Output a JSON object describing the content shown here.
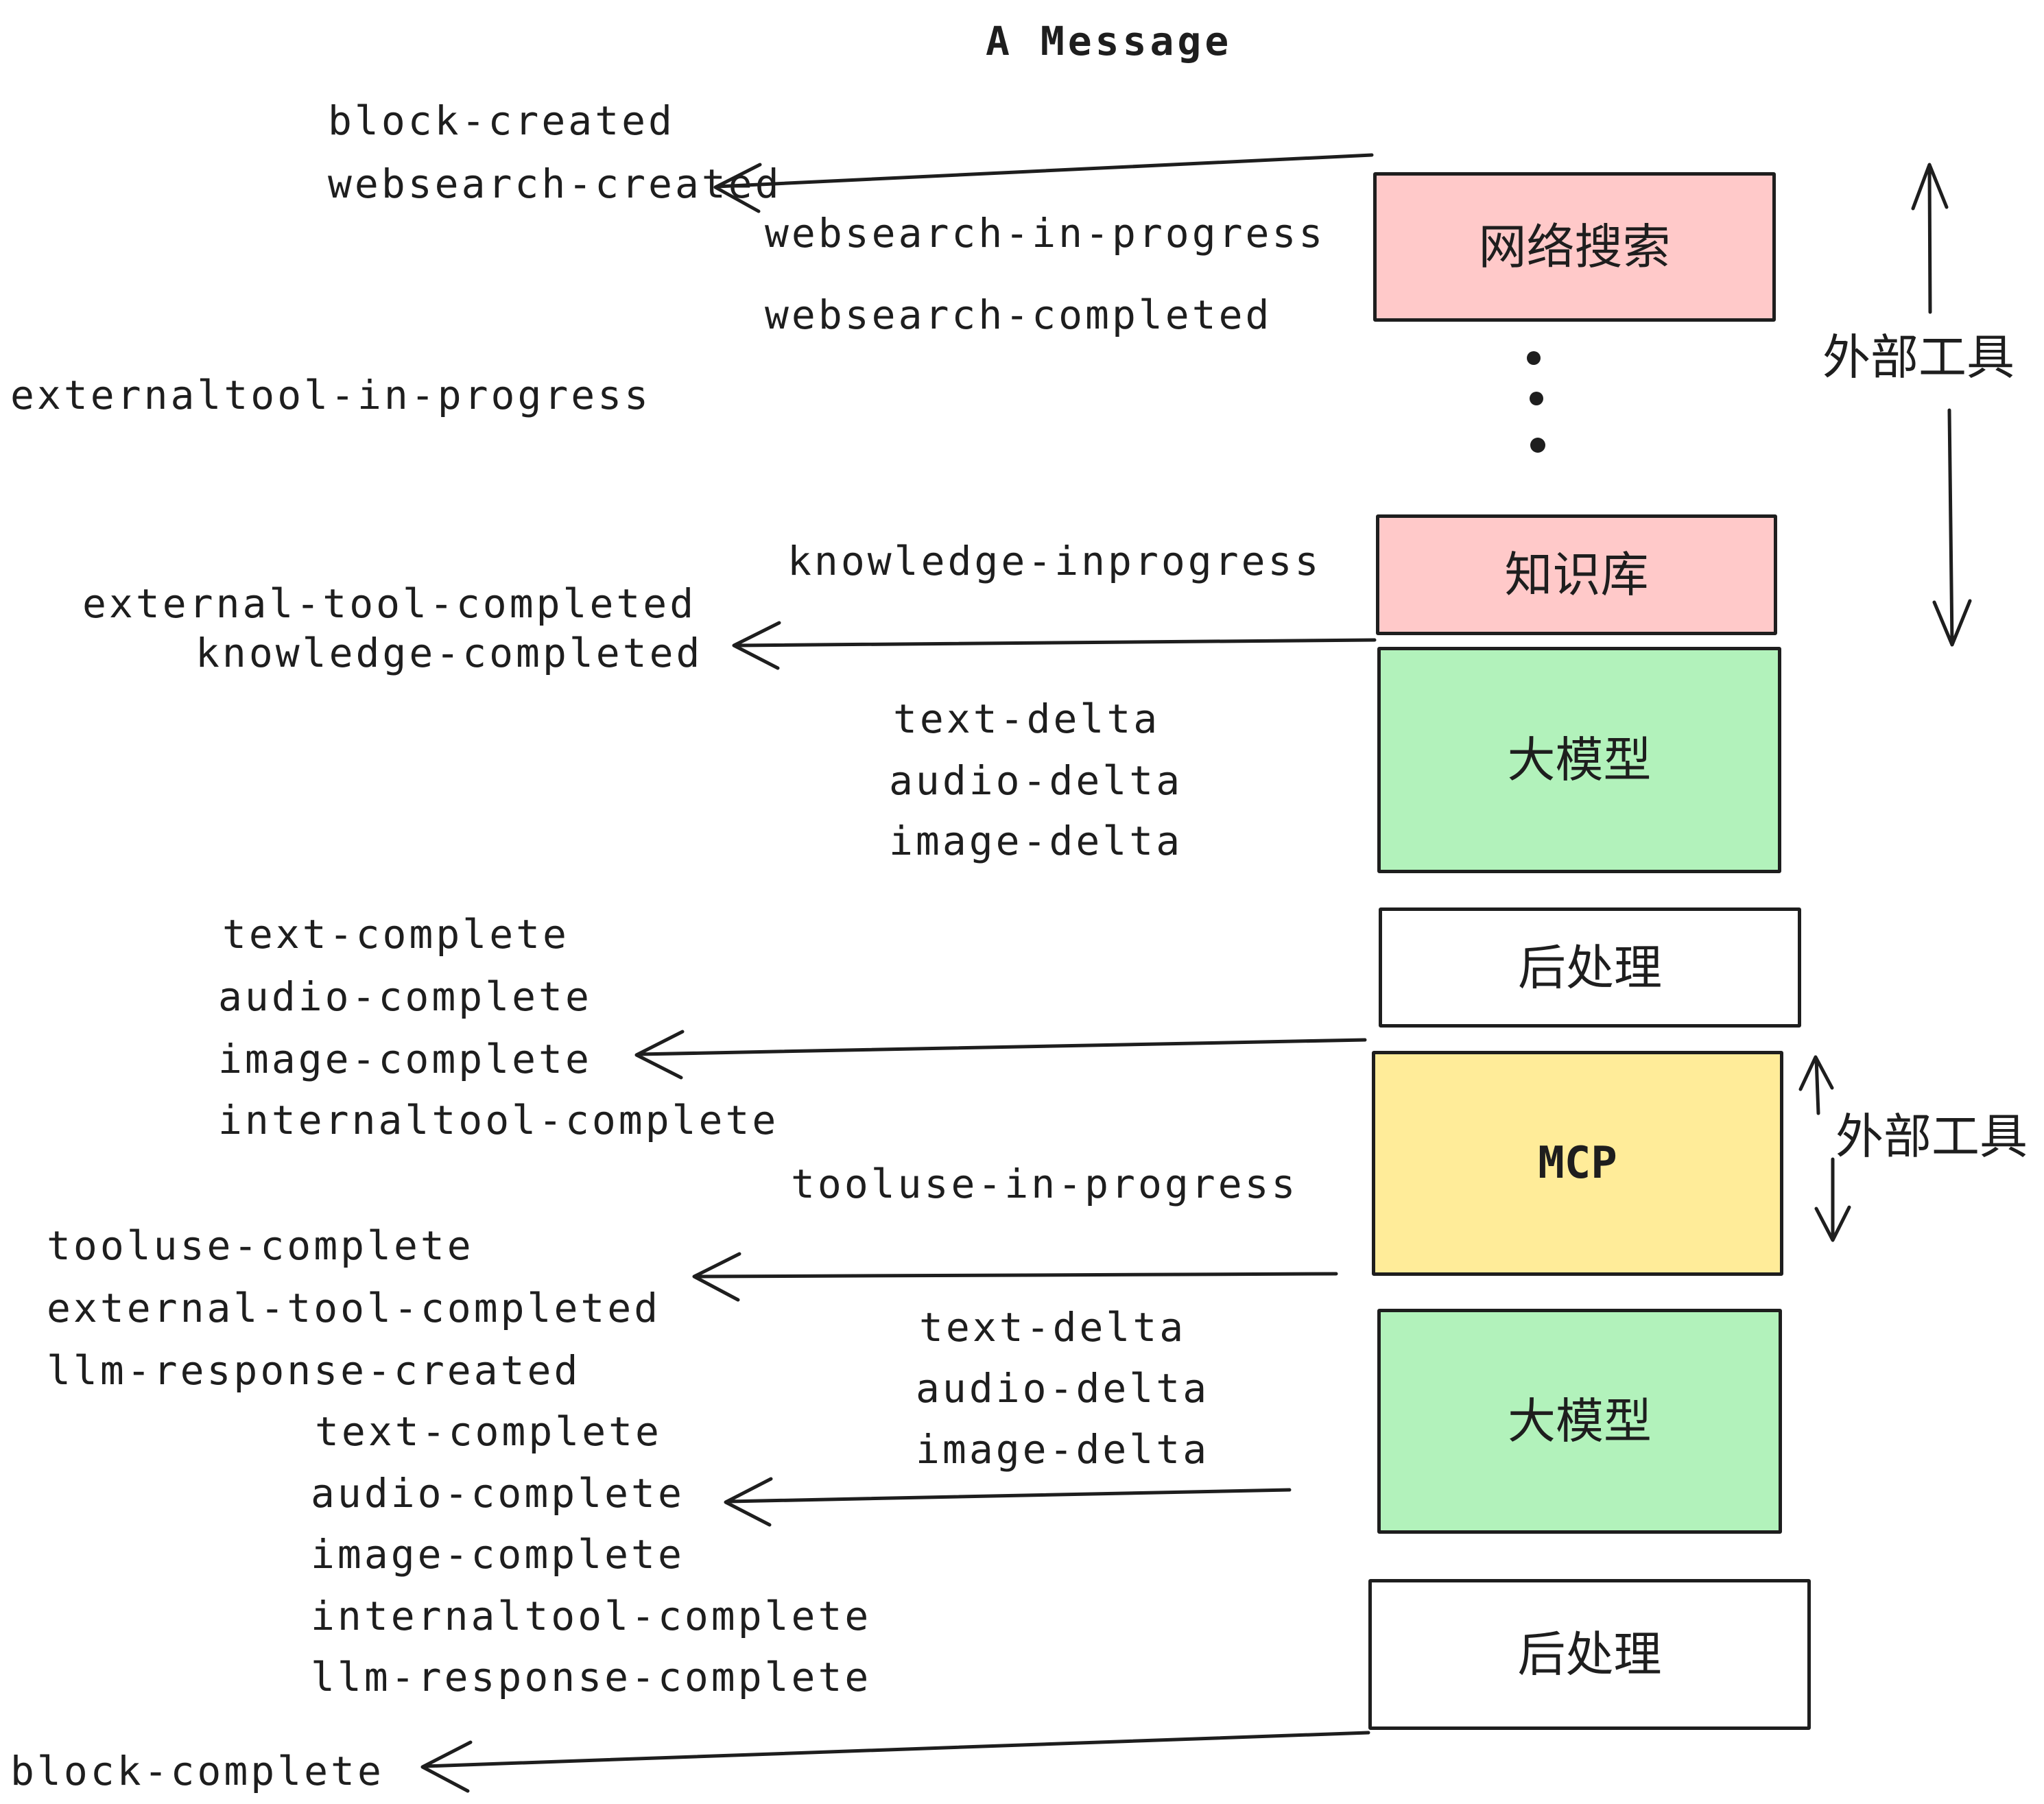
{
  "title": "A Message",
  "events": {
    "block_created": "block-created",
    "websearch_created": "websearch-created",
    "websearch_in_progress": "websearch-in-progress",
    "websearch_completed": "websearch-completed",
    "externaltool_in_progress": "externaltool-in-progress",
    "external_tool_completed": "external-tool-completed",
    "knowledge_completed": "knowledge-completed",
    "knowledge_inprogress": "knowledge-inprogress",
    "text_delta": "text-delta",
    "audio_delta": "audio-delta",
    "image_delta": "image-delta",
    "text_complete": "text-complete",
    "audio_complete": "audio-complete",
    "image_complete": "image-complete",
    "internaltool_complete": "internaltool-complete",
    "tooluse_in_progress": "tooluse-in-progress",
    "tooluse_complete": "tooluse-complete",
    "llm_response_created": "llm-response-created",
    "llm_response_complete": "llm-response-complete",
    "block_complete": "block-complete"
  },
  "nodes": {
    "websearch": "网络搜索",
    "knowledge": "知识库",
    "llm": "大模型",
    "postprocess": "后处理",
    "mcp": "MCP"
  },
  "side_labels": {
    "external_tools": "外部工具"
  },
  "colors": {
    "pink": "#ffc9c9",
    "green": "#b2f2bb",
    "yellow": "#ffec99",
    "white": "#ffffff",
    "ink": "#1e1e1e"
  }
}
